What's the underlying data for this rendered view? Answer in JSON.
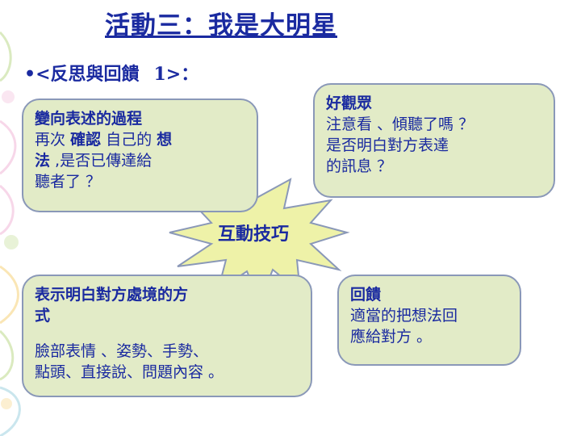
{
  "slide": {
    "title": "活動三：我是大明星",
    "subtitle_prefix": "<反思與回饋",
    "subtitle_num": "1>：",
    "center_label": "互動技巧"
  },
  "boxes": {
    "top_left": {
      "heading": "變向表述的過程",
      "line1_pre": "再次 ",
      "line1_bold1": "確認",
      "line1_mid": " 自己的 ",
      "line1_bold2": "想",
      "line2_bold": "法",
      "line2_rest": " ,是否已傳達給",
      "line3": "聽者了 ？"
    },
    "top_right": {
      "heading": "好觀眾",
      "line1": "注意看 、傾聽了嗎 ？",
      "line2": "是否明白對方表達",
      "line3": "的訊息 ？"
    },
    "bottom_left": {
      "heading_line1": "表示明白對方處境的方",
      "heading_line2": "式",
      "line1": "臉部表情 、姿勢、手勢、",
      "line2": "點頭、直接說、問題內容 。"
    },
    "bottom_right": {
      "heading": "回饋",
      "line1": "適當的把想法回",
      "line2": "應給對方 。"
    }
  },
  "colors": {
    "text": "#1a2aa0",
    "box_fill": "#e2ebc7",
    "box_border": "#8a98b8",
    "star_fill": "#eef2a8"
  }
}
